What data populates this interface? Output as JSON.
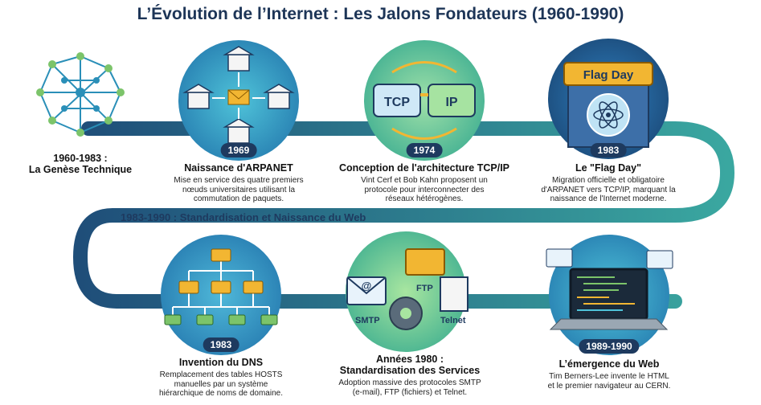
{
  "title": "L’Évolution de l’Internet : Les Jalons Fondateurs (1960-1990)",
  "band_label": "1983-1990 : Standardisation et Naissance du Web",
  "milestones": [
    {
      "year": "",
      "title": "1960-1983 :\nLa Genèse Technique",
      "desc": ""
    },
    {
      "year": "1969",
      "title": "Naissance d'ARPANET",
      "desc": "Mise en service des quatre premiers nœuds universitaires utilisant la commutation de paquets."
    },
    {
      "year": "1974",
      "title": "Conception de l'architecture TCP/IP",
      "desc": "Vint Cerf et Bob Kahn proposent un protocole pour interconnecter des réseaux hétérogènes."
    },
    {
      "year": "1983",
      "title": "Le \"Flag Day\"",
      "desc": "Migration officielle et obligatoire d'ARPANET vers TCP/IP, marquant la naissance de l'Internet moderne."
    },
    {
      "year": "1983",
      "title": "Invention du DNS",
      "desc": "Remplacement des tables HOSTS manuelles par un système hiérarchique de noms de domaine."
    },
    {
      "year": "",
      "title": "Années 1980 :\nStandardisation des Services",
      "desc": "Adoption massive des protocoles SMTP (e-mail), FTP (fichiers) et Telnet."
    },
    {
      "year": "1989-1990",
      "title": "L’émergence du Web",
      "desc": "Tim Berners-Lee invente le HTML et le premier navigateur au CERN."
    }
  ],
  "icon_labels": {
    "tcp": "TCP",
    "ip": "IP",
    "flag_day": "Flag Day",
    "ftp": "FTP",
    "smtp": "SMTP",
    "telnet": "Telnet"
  },
  "colors": {
    "ribbon_start": "#1f4e79",
    "ribbon_end": "#3aa7a0",
    "badge": "#1e3a5f",
    "gold": "#f2b632",
    "title": "#1d3557"
  },
  "icons": [
    "network-globe-icon",
    "university-network-icon",
    "tcp-ip-icon",
    "flag-day-building-icon",
    "dns-tree-icon",
    "protocols-gear-icon",
    "web-laptop-icon"
  ]
}
